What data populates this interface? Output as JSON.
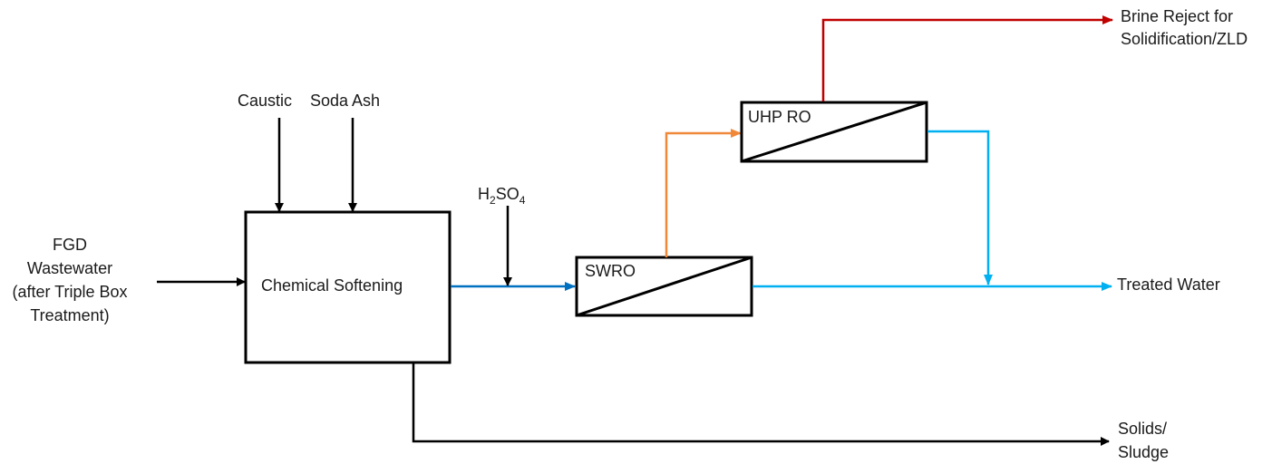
{
  "inputs": {
    "feed": [
      "FGD",
      "Wastewater",
      "(after Triple Box",
      "Treatment)"
    ],
    "caustic": "Caustic",
    "soda_ash": "Soda Ash",
    "acid": {
      "main1": "H",
      "sub1": "2",
      "main2": "SO",
      "sub2": "4"
    }
  },
  "units": {
    "softening": "Chemical Softening",
    "swro": "SWRO",
    "uhp_ro": "UHP RO"
  },
  "outputs": {
    "brine": [
      "Brine Reject for",
      "Solidification/ZLD"
    ],
    "treated": "Treated Water",
    "solids": [
      "Solids/",
      "Sludge"
    ]
  },
  "colors": {
    "softened_stream": "#0070c0",
    "permeate_stream": "#00b0f0",
    "concentrate_stream": "#f0883a",
    "brine_stream": "#c00000",
    "process_line": "#000000"
  }
}
